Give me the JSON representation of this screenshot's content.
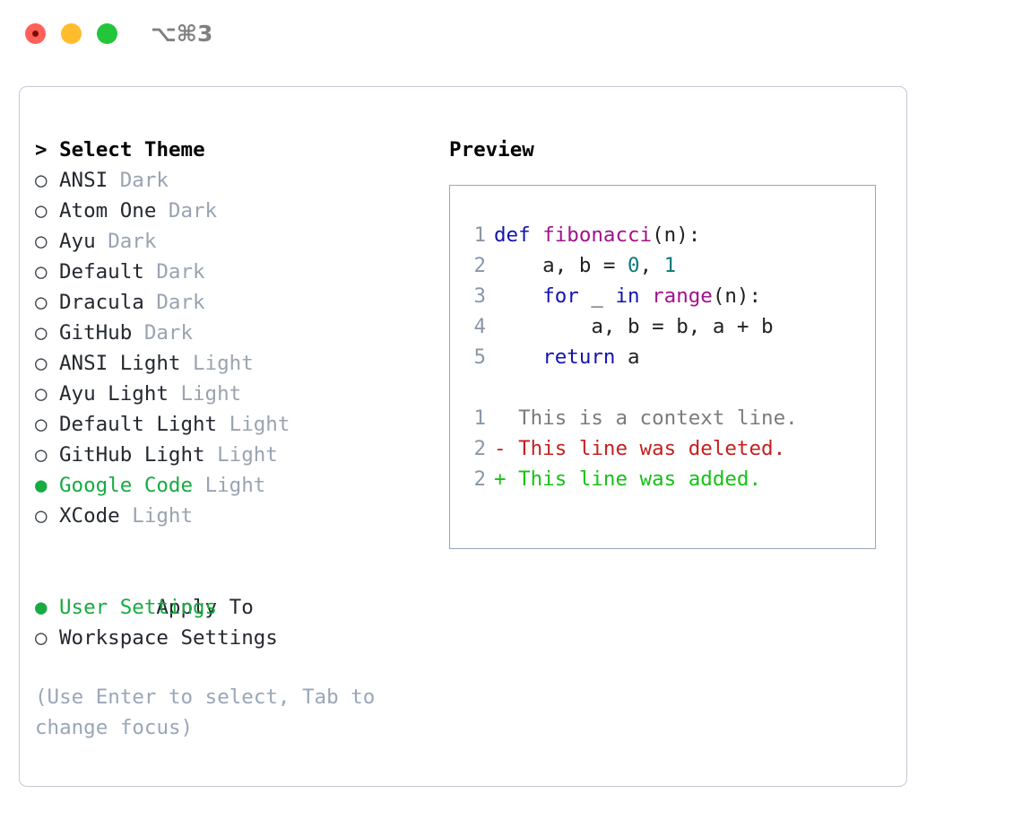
{
  "window": {
    "shortcut_label": "⌥⌘3",
    "traffic_lights": [
      "close",
      "minimize",
      "zoom"
    ]
  },
  "theme_picker": {
    "heading": "> Select Theme",
    "items": [
      {
        "bullet": "○",
        "name": "ANSI",
        "suffix": "Dark",
        "selected": false
      },
      {
        "bullet": "○",
        "name": "Atom One",
        "suffix": "Dark",
        "selected": false
      },
      {
        "bullet": "○",
        "name": "Ayu",
        "suffix": "Dark",
        "selected": false
      },
      {
        "bullet": "○",
        "name": "Default",
        "suffix": "Dark",
        "selected": false
      },
      {
        "bullet": "○",
        "name": "Dracula",
        "suffix": "Dark",
        "selected": false
      },
      {
        "bullet": "○",
        "name": "GitHub",
        "suffix": "Dark",
        "selected": false
      },
      {
        "bullet": "○",
        "name": "ANSI Light",
        "suffix": "Light",
        "selected": false
      },
      {
        "bullet": "○",
        "name": "Ayu Light",
        "suffix": "Light",
        "selected": false
      },
      {
        "bullet": "○",
        "name": "Default Light",
        "suffix": "Light",
        "selected": false
      },
      {
        "bullet": "○",
        "name": "GitHub Light",
        "suffix": "Light",
        "selected": false
      },
      {
        "bullet": "●",
        "name": "Google Code",
        "suffix": "Light",
        "selected": true
      },
      {
        "bullet": "○",
        "name": "XCode",
        "suffix": "Light",
        "selected": false
      }
    ]
  },
  "apply_to": {
    "heading": "Apply To",
    "items": [
      {
        "bullet": "●",
        "name": "User Settings",
        "selected": true
      },
      {
        "bullet": "○",
        "name": "Workspace Settings",
        "selected": false
      }
    ]
  },
  "hint": {
    "text": "(Use Enter to select, Tab to change focus)"
  },
  "preview": {
    "title": "Preview",
    "code_lines": [
      {
        "num": "1",
        "segments": [
          {
            "text": "def ",
            "cls": "kw"
          },
          {
            "text": "fibonacci",
            "cls": "fn"
          },
          {
            "text": "(n):",
            "cls": "pl"
          }
        ]
      },
      {
        "num": "2",
        "segments": [
          {
            "text": "    a, b = ",
            "cls": "pl"
          },
          {
            "text": "0",
            "cls": "num"
          },
          {
            "text": ", ",
            "cls": "pl"
          },
          {
            "text": "1",
            "cls": "num"
          }
        ]
      },
      {
        "num": "3",
        "segments": [
          {
            "text": "    ",
            "cls": "pl"
          },
          {
            "text": "for",
            "cls": "kw"
          },
          {
            "text": " _ ",
            "cls": "pl"
          },
          {
            "text": "in",
            "cls": "kw"
          },
          {
            "text": " ",
            "cls": "pl"
          },
          {
            "text": "range",
            "cls": "fn"
          },
          {
            "text": "(n):",
            "cls": "pl"
          }
        ]
      },
      {
        "num": "4",
        "segments": [
          {
            "text": "        a, b = b, a + b",
            "cls": "pl"
          }
        ]
      },
      {
        "num": "5",
        "segments": [
          {
            "text": "    ",
            "cls": "pl"
          },
          {
            "text": "return",
            "cls": "kw"
          },
          {
            "text": " a",
            "cls": "pl"
          }
        ]
      }
    ],
    "diff_lines": [
      {
        "num": "1",
        "marker": "  ",
        "text": "This is a context line.",
        "cls": "ctx"
      },
      {
        "num": "2",
        "marker": "- ",
        "text": "This line was deleted.",
        "cls": "del"
      },
      {
        "num": "2",
        "marker": "+ ",
        "text": "This line was added.",
        "cls": "add"
      }
    ]
  },
  "colors": {
    "accent_green": "#17ab41",
    "muted": "#9aa3b0",
    "keyword": "#1414b0",
    "function": "#a2128c",
    "number": "#0b7979",
    "diff_added": "#16c215",
    "diff_deleted": "#c52020",
    "panel_border": "#c3c9d4"
  }
}
